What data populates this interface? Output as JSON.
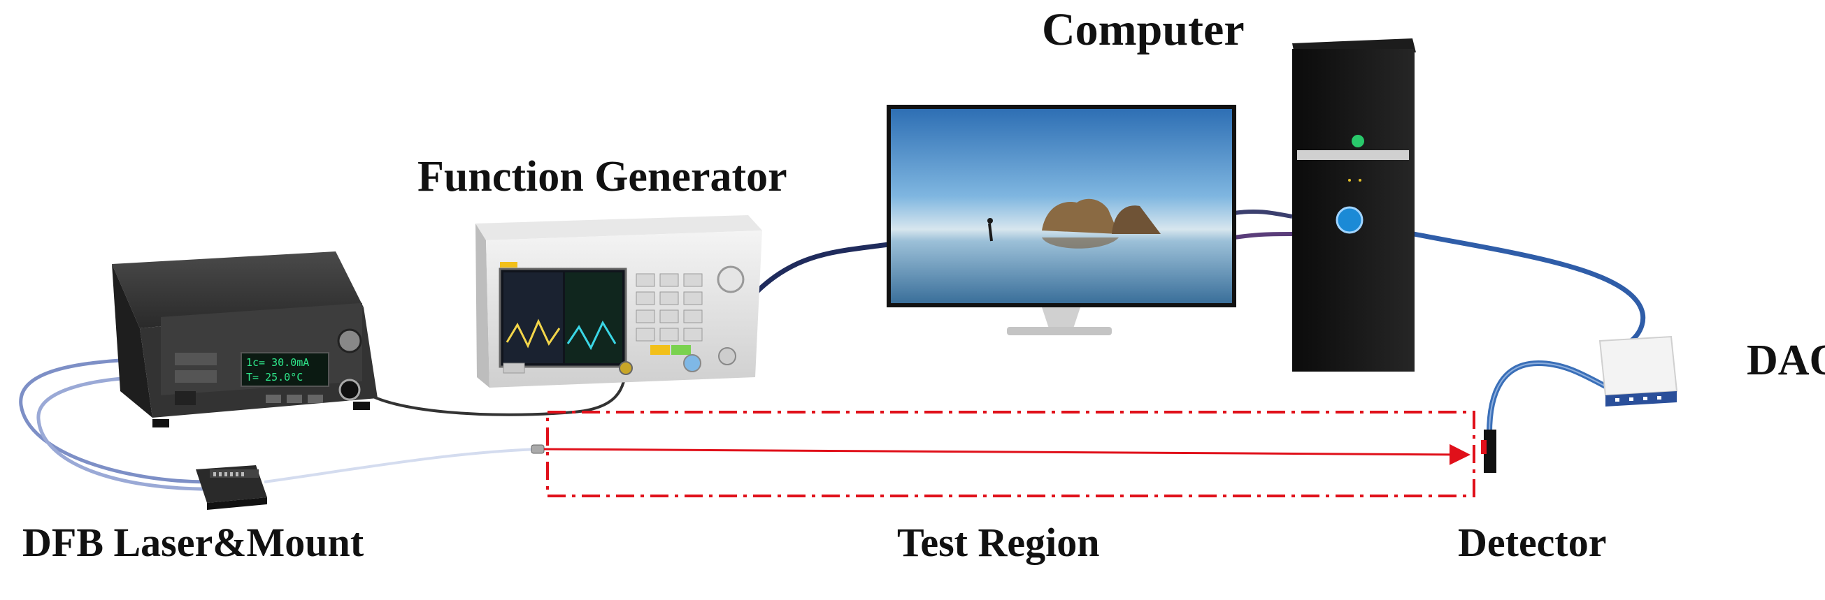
{
  "labels": {
    "computer": "Computer",
    "function_generator": "Function Generator",
    "daq": "DAQ",
    "dfb_laser_mount": "DFB Laser&Mount",
    "test_region": "Test Region",
    "detector": "Detector"
  },
  "laser_display": {
    "line1": "1c= 30.0mA",
    "line2": "T= 25.0°C"
  },
  "colors": {
    "laser_beam": "#e0101a",
    "test_region_border": "#e0101a",
    "usb_cable": "#2f5da8",
    "detector_cable": "#3a6fb8",
    "fiber": "#b8c7e8",
    "instrument_body": "#2b2b2b",
    "power_led": "#29c96b",
    "power_button": "#1b8ad6"
  },
  "icons": {
    "monitor_scene": "landscape-image",
    "fg_screen": "waveform-display"
  }
}
